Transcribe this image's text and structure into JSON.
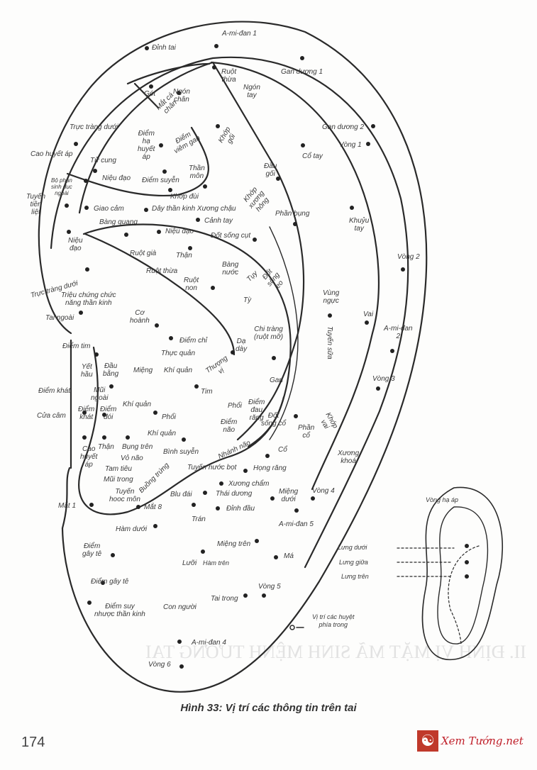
{
  "labels": [
    "A-mi-đan 1",
    "Đỉnh tai",
    "Gan dương 1",
    "Ruột\nthừa",
    "Ngón\nchân",
    "Ngón\ntay",
    "Gót",
    "Mắt cá\nchân",
    "Trực tràng dưới",
    "Điểm\nhạ\nhuyết\náp",
    "Điểm\nviêm gan",
    "Khớp\ngối",
    "Gan dương 2",
    "Vòng 1",
    "Cổ tay",
    "Cao huyết áp",
    "Tử cung",
    "Niệu đạo",
    "Điểm suyễn",
    "Thần\nmôn",
    "Đầu\ngối",
    "Bộ phận\nsinh dục\nngoài",
    "Tuyến\ntiền\nliệt",
    "Khớp đùi",
    "Khớp\nxương\nhông",
    "Giao cảm",
    "Dây thần kinh Xương chậu",
    "Cảnh tay",
    "Phần bụng",
    "Bàng quang",
    "Khuỷu\ntay",
    "Niệu\nđạo",
    "Niệu đạo",
    "Đốt sống cụt",
    "Thận",
    "Ruột già",
    "Bàng\nnước",
    "Tụy",
    "Đốt\nsống\neo",
    "Vòng 2",
    "Trực tràng dưới",
    "Ruột thừa",
    "Ruột\nnon",
    "Tỳ",
    "Vùng\nngực",
    "Triệu chứng chức\nnăng thần kinh",
    "Tai ngoài",
    "Cơ\nhoành",
    "Vai",
    "Chi tràng\n(ruột mỡ)",
    "Tuyến sữa",
    "A-mi-đan\n2",
    "Điểm chỉ",
    "Dạ\ndày",
    "Điểm tim",
    "Thực quản",
    "Thượng\nvị",
    "Yết\nhầu",
    "Đầu\nbằng",
    "Miệng",
    "Khí quản",
    "Gan",
    "Vòng 3",
    "Mũi\nngoài",
    "Điểm khát",
    "Khí quản",
    "Phổi",
    "Tim",
    "Điểm\nđau\nrăng",
    "Cửa câm",
    "Điểm\nkhát",
    "Điểm\nđói",
    "Phổi",
    "Điểm\nnão",
    "Đốt\nsống cổ",
    "Phần\ncổ",
    "Khớp\nvai",
    "Khí quản",
    "Nhánh não",
    "Cao\nhuyết\náp",
    "Thận",
    "Bụng trên",
    "Vỏ não",
    "Bình suyễn",
    "Cổ",
    "Xương\nkhoá",
    "Tam tiêu",
    "Buồng trứng",
    "Tuyến nước bọt",
    "Họng răng",
    "Mũi trong",
    "Xương chẩm",
    "Miệng\ndưới",
    "Vòng 4",
    "Tuyến\nhooc môn",
    "Blu đái",
    "Thái dương",
    "Mắt 1",
    "Mắt 8",
    "Đỉnh đầu",
    "Trán",
    "A-mi-đan 5",
    "Vòng hạ áp",
    "Hàm dưới",
    "Miệng trên",
    "Điểm\ngây tê",
    "Lưng dưới",
    "Lưỡi",
    "Hàm trên",
    "Má",
    "Lưng giữa",
    "Lưng trên",
    "Điểm gây tê",
    "Vòng 5",
    "Tai trong",
    "Điểm suy\nnhược thần kinh",
    "Con người",
    "Vị trí các huyệt\nphía trong",
    "A-mi-đan 4",
    "Vòng 6"
  ],
  "caption": "Hình 33: Vị trí các thông tin trên tai",
  "page_number": "174",
  "bleed_through": {
    "heading": "II. ĐỊNH VỊ MẶT MÃ SINH MỆNH TƯỚNG TAI"
  },
  "logo": {
    "text": "Xem Tướng.net",
    "icon": "yin-yang-icon",
    "color": "#c0202a"
  },
  "line_color": "#2a2a2a"
}
